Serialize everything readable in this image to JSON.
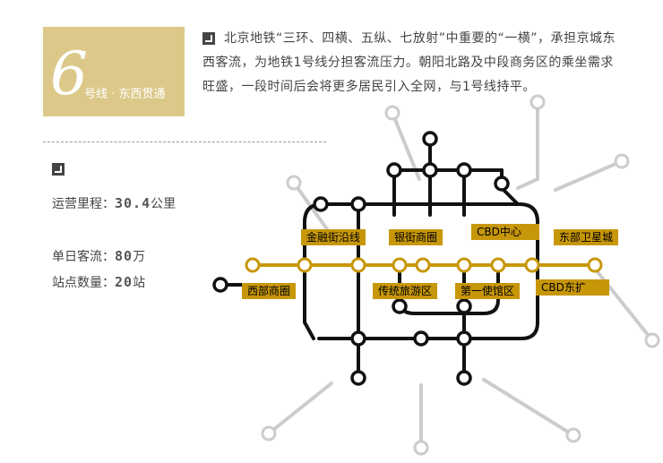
{
  "badge": {
    "number": "6",
    "subtitle": "号线 · 东西贯通"
  },
  "intro": {
    "text": "北京地铁“三环、四横、五纵、七放射”中重要的“一横”，承担京城东西客流，为地铁1号线分担客流压力。朝阳北路及中段商务区的乘坐需求旺盛，一段时间后会将更多居民引入全网，与1号线持平。"
  },
  "stats": {
    "length_label": "运营里程：",
    "length_value": "30.4",
    "length_unit": "公里",
    "flow_label": "单日客流：",
    "flow_value": "80",
    "flow_unit": "万",
    "stations_label": "站点数量：",
    "stations_value": "20",
    "stations_unit": "站"
  },
  "map_labels": {
    "l1": "金融街沿线",
    "l2": "银街商圈",
    "l3": "CBD中心",
    "l4": "东部卫星城",
    "l5": "西部商圈",
    "l6": "传统旅游区",
    "l7": "第一使馆区",
    "l8": "CBD东扩"
  },
  "colors": {
    "line6": "#c7970a",
    "network": "#111111",
    "outer": "#cccccc",
    "badge": "#dcc98a"
  }
}
